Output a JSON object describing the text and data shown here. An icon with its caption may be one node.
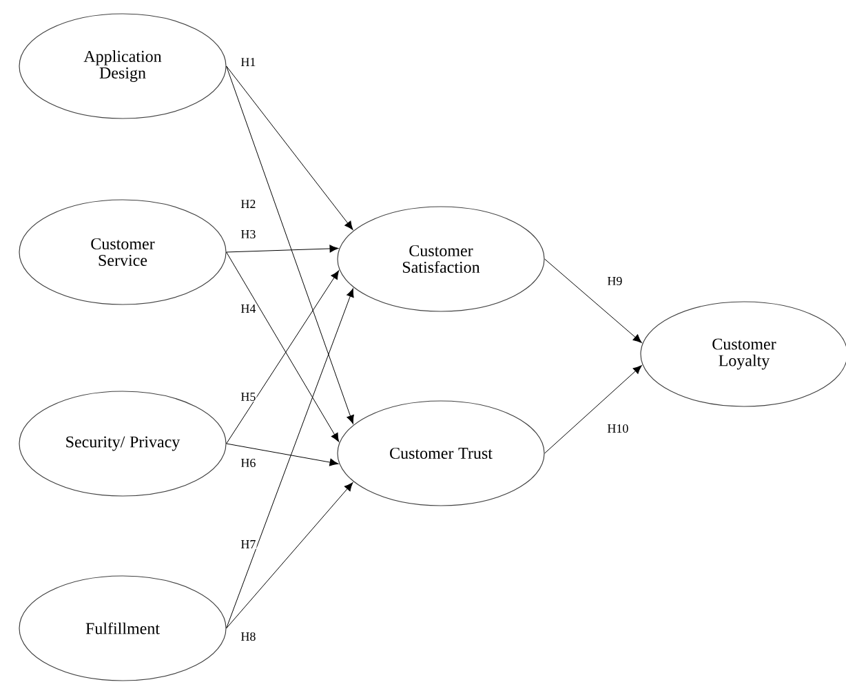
{
  "diagram": {
    "nodes": [
      {
        "text": [
          "Application Design"
        ]
      },
      {
        "text": [
          "Customer Service"
        ]
      },
      {
        "text": [
          "Security/ Privacy"
        ]
      },
      {
        "text": [
          "Fulfillment"
        ]
      },
      {
        "text": [
          "Customer Satisfaction"
        ]
      },
      {
        "text": [
          "Customer Trust"
        ]
      },
      {
        "text": [
          "Customer Loyalty"
        ]
      }
    ],
    "edges": [
      {
        "from": 0,
        "to": 4,
        "arrow": "to",
        "label": "H1"
      },
      {
        "from": 0,
        "to": 5,
        "arrow": "to",
        "label": "H2"
      },
      {
        "from": 1,
        "to": 4,
        "arrow": "to",
        "label": "H3"
      },
      {
        "from": 1,
        "to": 5,
        "arrow": "to",
        "label": "H4"
      },
      {
        "from": 2,
        "to": 4,
        "arrow": "to",
        "label": "H5"
      },
      {
        "from": 2,
        "to": 5,
        "arrow": "to",
        "label": "H6"
      },
      {
        "from": 3,
        "to": 4,
        "arrow": "to",
        "label": "H7"
      },
      {
        "from": 3,
        "to": 5,
        "arrow": "to",
        "label": "H8"
      },
      {
        "from": 4,
        "to": 6,
        "arrow": "to",
        "label": "H9"
      },
      {
        "from": 5,
        "to": 6,
        "arrow": "to",
        "label": "H10"
      }
    ]
  }
}
